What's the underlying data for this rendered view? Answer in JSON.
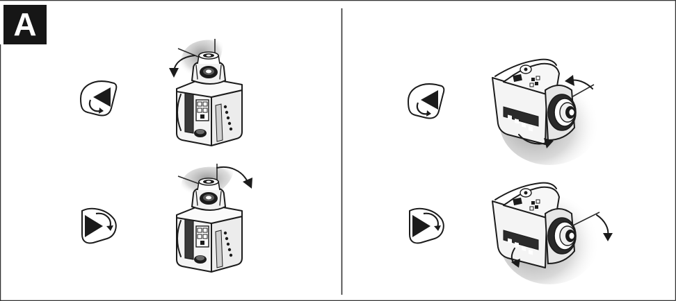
{
  "figure": {
    "label": "A",
    "panels": [
      {
        "name": "rotation-horizontal",
        "rows": [
          {
            "icon": "rotate-left-triangle-icon",
            "direction": "counterclockwise"
          },
          {
            "icon": "rotate-right-triangle-icon",
            "direction": "clockwise"
          }
        ]
      },
      {
        "name": "rotation-vertical",
        "rows": [
          {
            "icon": "rotate-left-triangle-icon",
            "direction": "counterclockwise"
          },
          {
            "icon": "rotate-right-triangle-icon",
            "direction": "clockwise"
          }
        ]
      }
    ],
    "colors": {
      "ink": "#1b1b1b",
      "label_bg": "#161616",
      "label_fg": "#ffffff",
      "shade": "#9a9a9a"
    }
  }
}
